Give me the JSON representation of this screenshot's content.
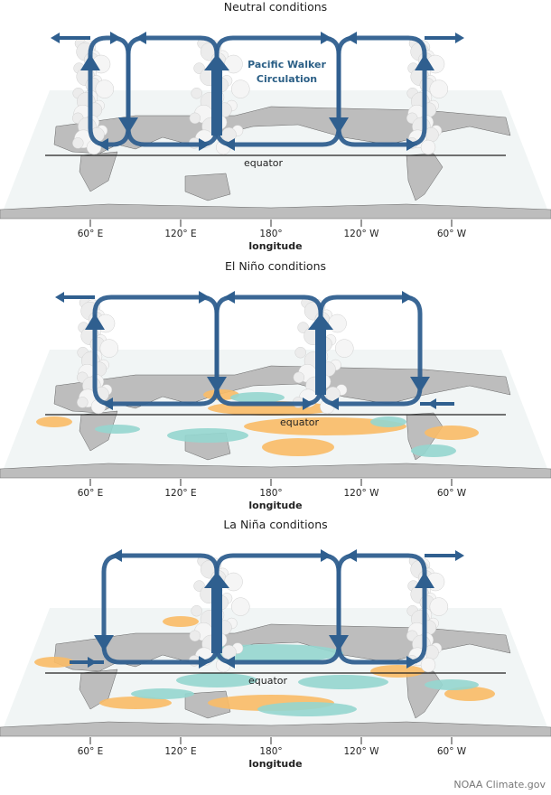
{
  "panels": [
    {
      "title": "Neutral conditions",
      "annotation": "Pacific Walker Circulation",
      "equator_label": "equator",
      "ticks": [
        "60° E",
        "120° E",
        "180°",
        "120° W",
        "60° W"
      ],
      "xlabel": "longitude"
    },
    {
      "title": "El Niño conditions",
      "equator_label": "equator",
      "ticks": [
        "60° E",
        "120° E",
        "180°",
        "120° W",
        "60° W"
      ],
      "xlabel": "longitude"
    },
    {
      "title": "La Niña conditions",
      "equator_label": "equator",
      "ticks": [
        "60° E",
        "120° E",
        "180°",
        "120° W",
        "60° W"
      ],
      "xlabel": "longitude"
    }
  ],
  "credit": "NOAA Climate.gov",
  "colors": {
    "arrow": "#2f5f8f",
    "land": "#bdbdbd",
    "ocean": "#f1f5f5",
    "warm_anomaly": "#f9bb66",
    "cool_anomaly": "#95d6cf",
    "cloud": "#ececec"
  }
}
